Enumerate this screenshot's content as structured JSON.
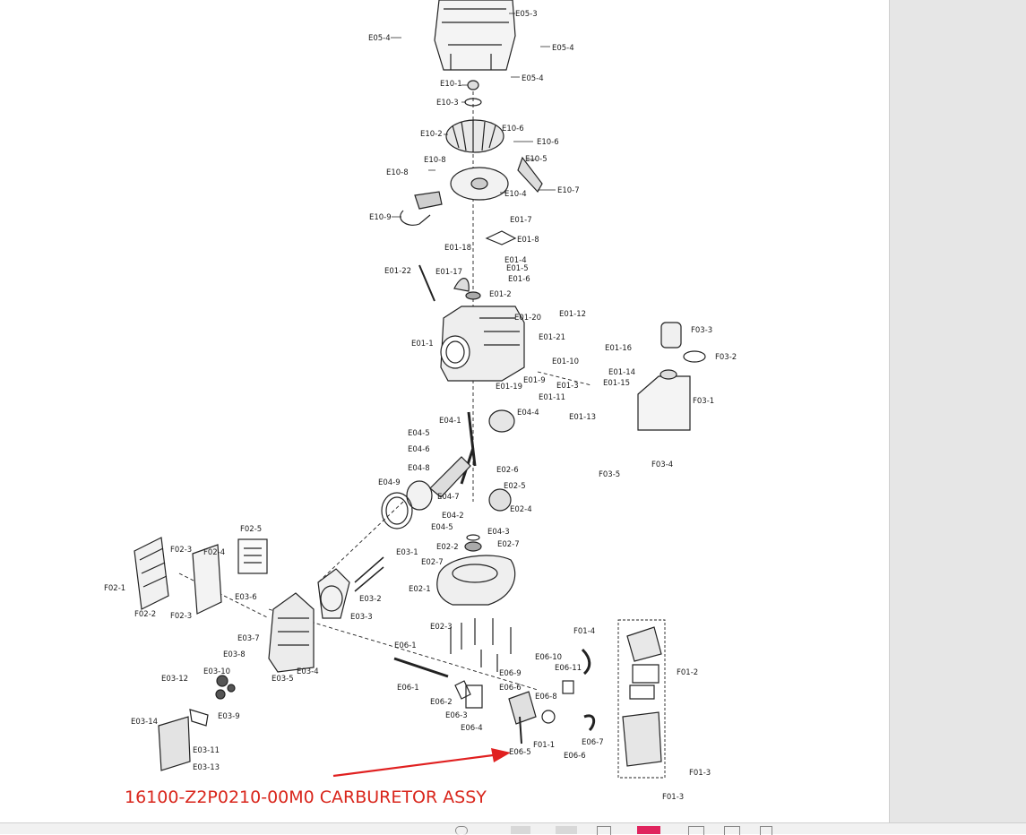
{
  "callout_caption": "16100-Z2P0210-00M0 CARBURETOR ASSY",
  "accent_color": "#e02020",
  "part_labels": [
    "E05-3",
    "E05-4",
    "E05-4",
    "E05-4",
    "E10-1",
    "E10-3",
    "E10-2",
    "E10-6",
    "E10-6",
    "E10-5",
    "E10-8",
    "E10-8",
    "E10-4",
    "E10-7",
    "E10-9",
    "E01-7",
    "E01-8",
    "E01-18",
    "E01-4",
    "E01-5",
    "E01-6",
    "E01-22",
    "E01-17",
    "E01-2",
    "E01-20",
    "E01-12",
    "E01-21",
    "E01-16",
    "E01-1",
    "E01-10",
    "E01-14",
    "E01-15",
    "E01-9",
    "E01-3",
    "E01-19",
    "E01-11",
    "E01-13",
    "F03-3",
    "F03-2",
    "F03-1",
    "F03-4",
    "F03-5",
    "E04-1",
    "E04-4",
    "E04-5",
    "E04-6",
    "E04-8",
    "E04-9",
    "E04-7",
    "E02-6",
    "E02-5",
    "E02-4",
    "E04-2",
    "E04-5",
    "E04-3",
    "E02-2",
    "E02-7",
    "E02-7",
    "E02-1",
    "E02-3",
    "F02-5",
    "F02-3",
    "F02-4",
    "F02-1",
    "F02-2",
    "F02-3",
    "E03-1",
    "E03-2",
    "E03-3",
    "E03-6",
    "E03-7",
    "E03-8",
    "E03-10",
    "E03-12",
    "E03-9",
    "E03-4",
    "E03-5",
    "E03-14",
    "E03-11",
    "E03-13",
    "F01-4",
    "F01-2",
    "E06-1",
    "E06-1",
    "E06-10",
    "E06-11",
    "E06-9",
    "E06-6",
    "E06-8",
    "E06-2",
    "E06-3",
    "E06-4",
    "E06-5",
    "E06-6",
    "E06-7",
    "F01-1",
    "F01-3",
    "F01-3"
  ]
}
